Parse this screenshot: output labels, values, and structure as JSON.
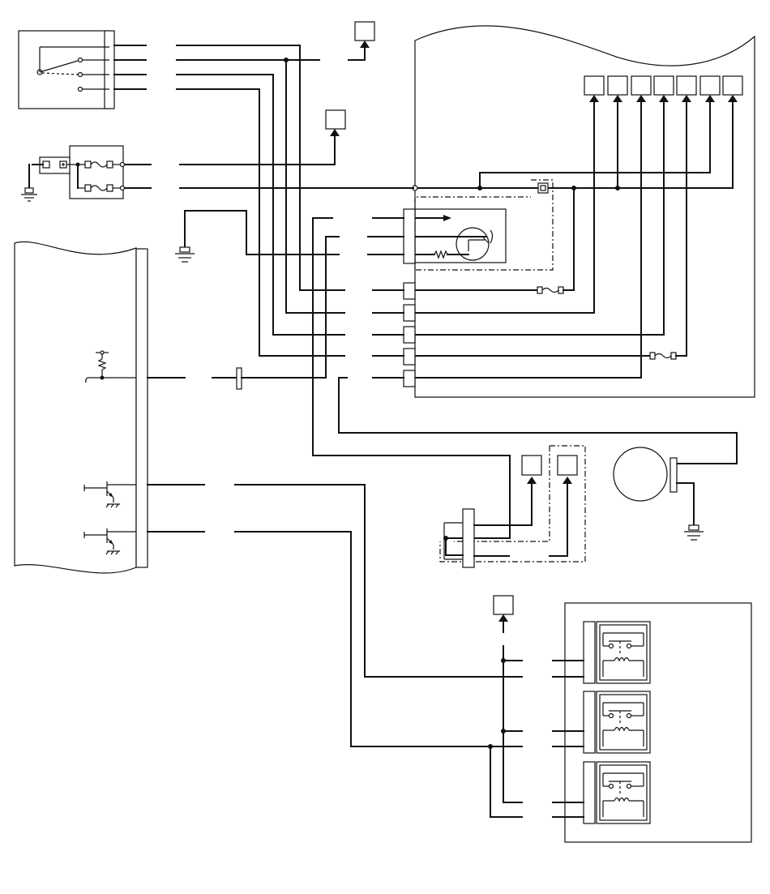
{
  "diagram": {
    "type": "wiring-schematic",
    "text": [],
    "components": [
      "switch-module",
      "fuse-block",
      "control-module",
      "instrument-cluster",
      "gauge-sender-unit",
      "connector-block",
      "motor",
      "relay-box",
      "relay",
      "ground",
      "terminal-box",
      "splice"
    ],
    "colors": {
      "line": "#111111",
      "background": "#ffffff"
    }
  }
}
